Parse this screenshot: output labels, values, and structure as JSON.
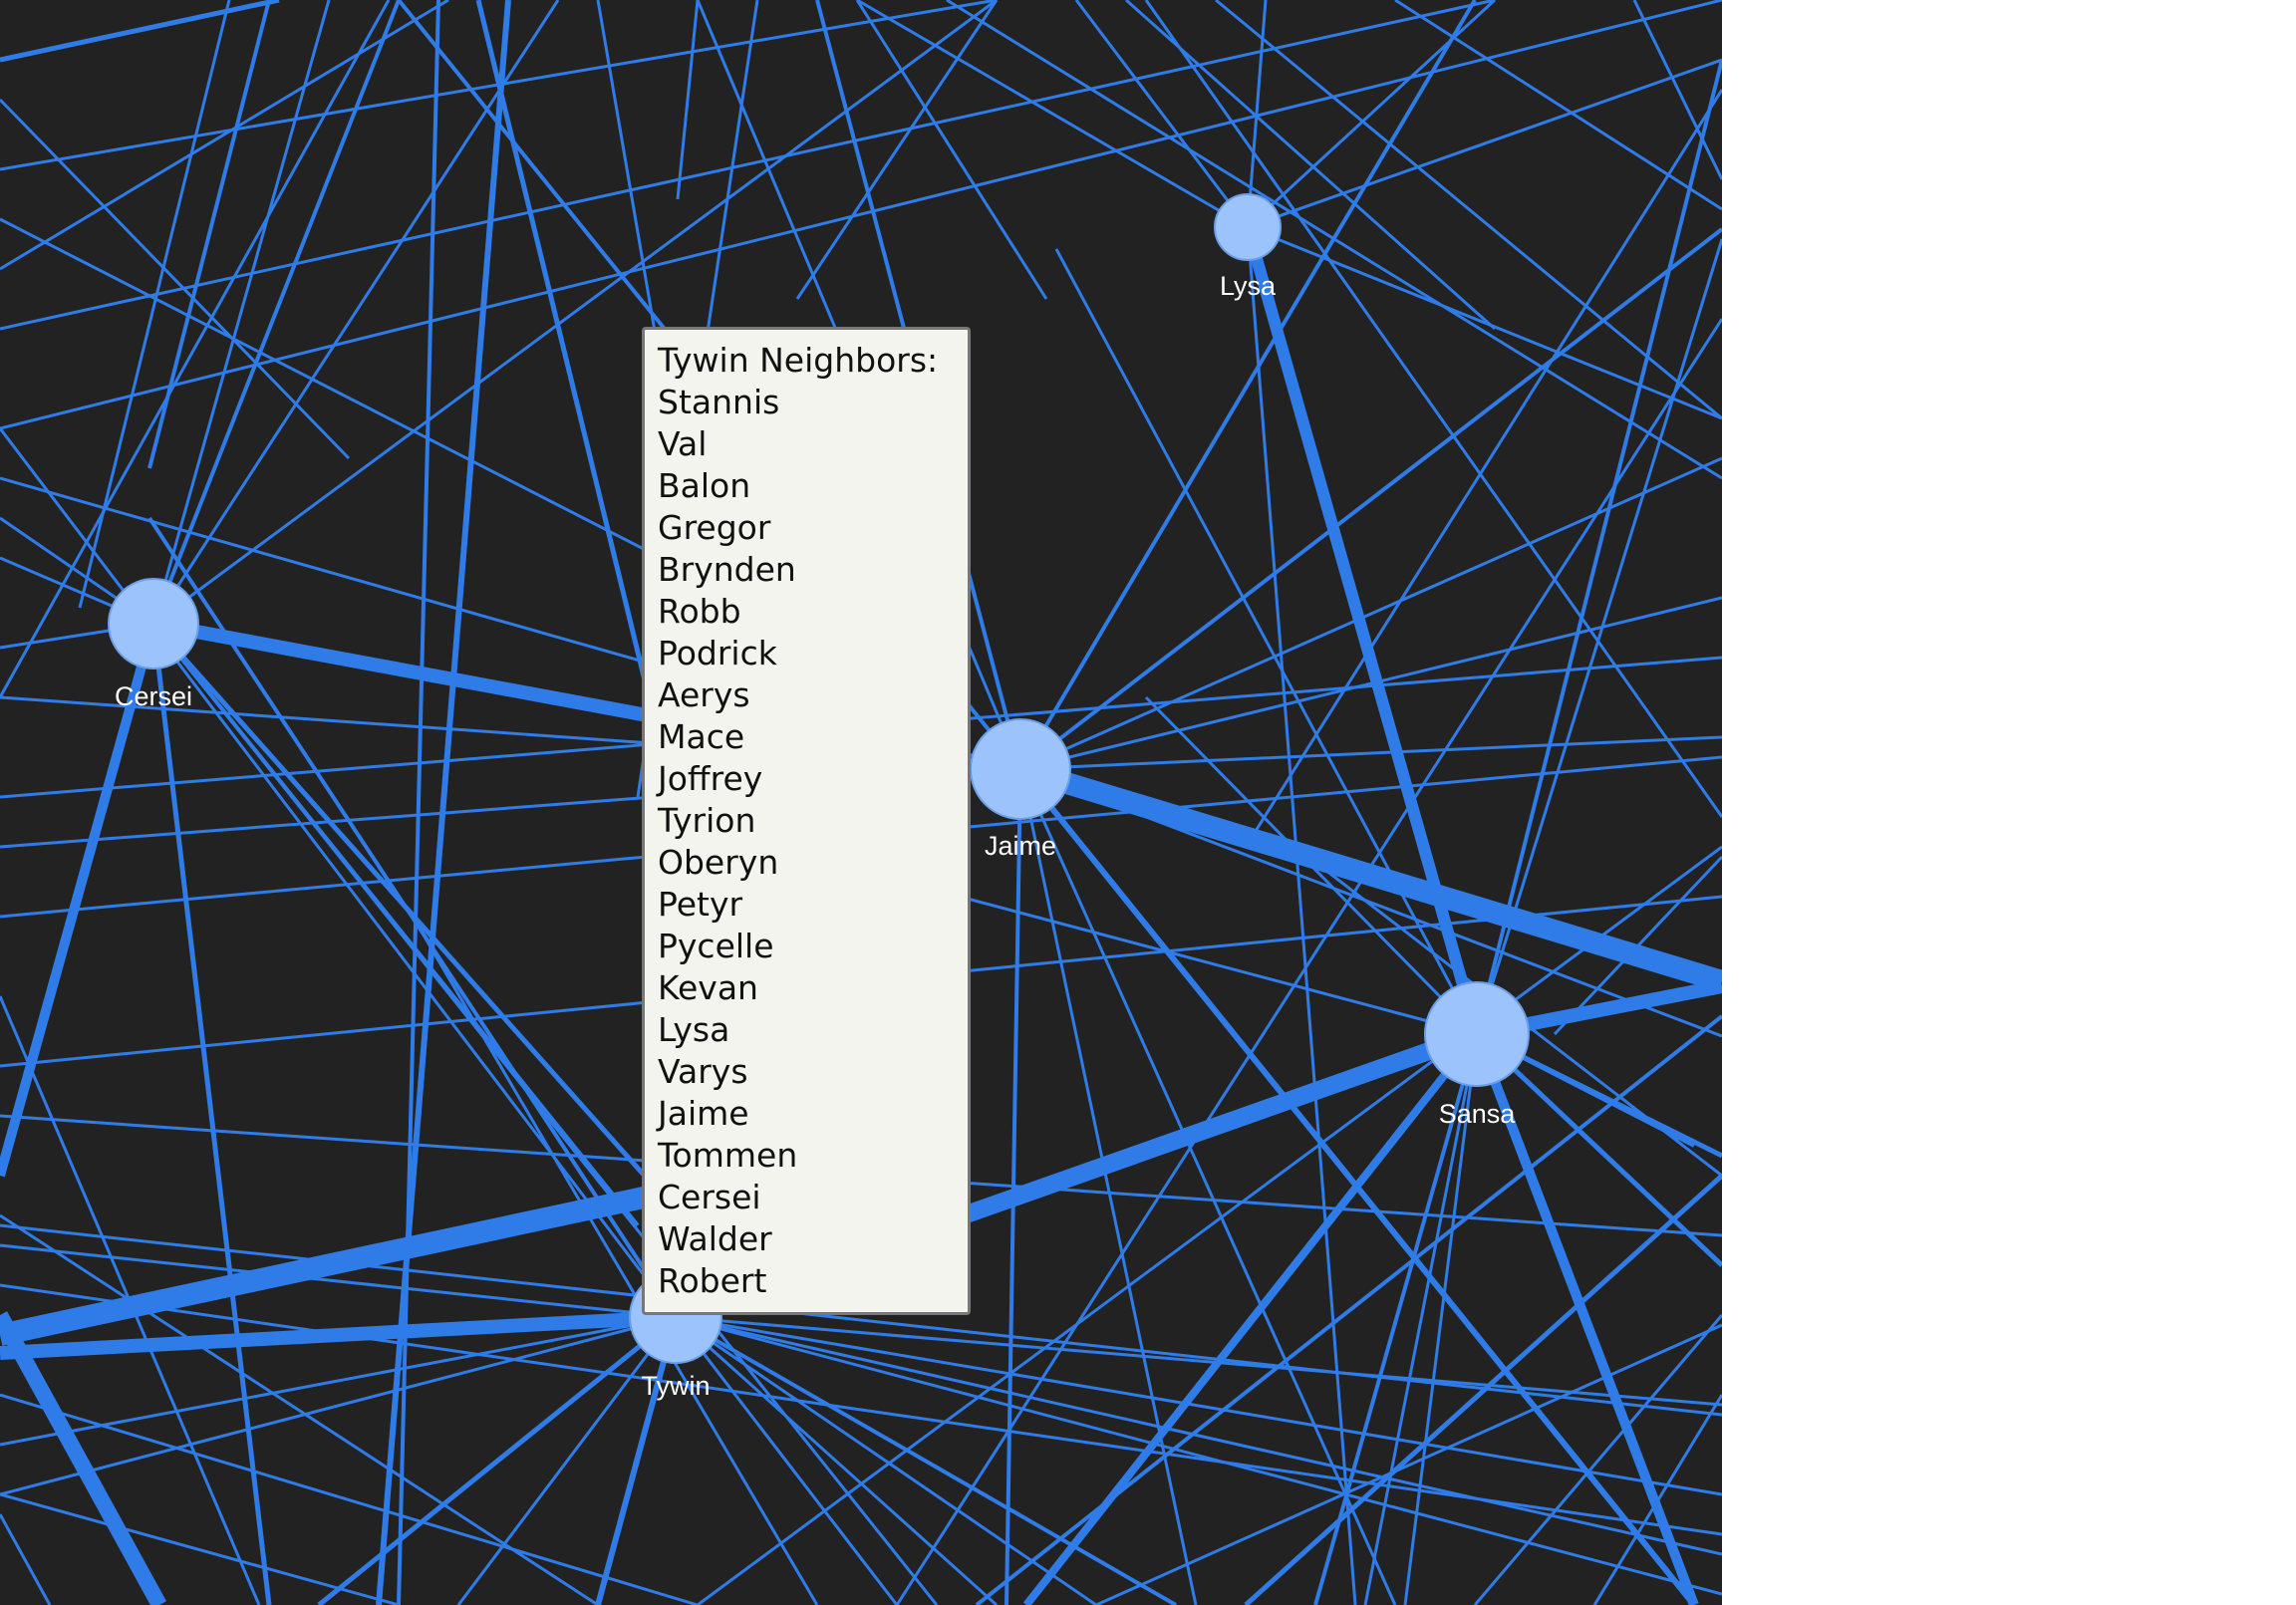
{
  "colors": {
    "background": "#222222",
    "edge": "#2f7ce8",
    "node_fill": "#9cc3fb",
    "node_stroke": "#6b9fe6",
    "label": "#ffffff",
    "tooltip_bg": "#f4f4ee"
  },
  "nodes": [
    {
      "id": "Lysa",
      "label": "Lysa"
    },
    {
      "id": "Cersei",
      "label": "Cersei"
    },
    {
      "id": "Jaime",
      "label": "Jaime"
    },
    {
      "id": "Sansa",
      "label": "Sansa"
    },
    {
      "id": "Tywin",
      "label": "Tywin"
    }
  ],
  "tooltip": {
    "title": "Tywin Neighbors:",
    "neighbors": [
      "Stannis",
      "Val",
      "Balon",
      "Gregor",
      "Brynden",
      "Robb",
      "Podrick",
      "Aerys",
      "Mace",
      "Joffrey",
      "Tyrion",
      "Oberyn",
      "Petyr",
      "Pycelle",
      "Kevan",
      "Lysa",
      "Varys",
      "Jaime",
      "Tommen",
      "Cersei",
      "Walder",
      "Robert"
    ]
  }
}
